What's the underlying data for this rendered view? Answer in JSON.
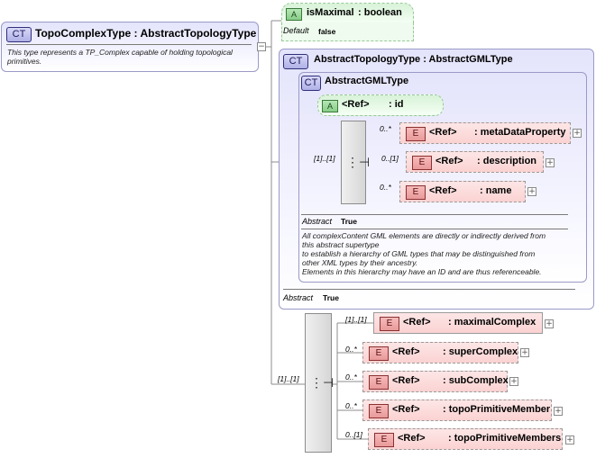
{
  "topo_complex": {
    "badge": "CT",
    "title": "TopoComplexType : AbstractTopologyType",
    "doc": "This type represents a TP_Complex capable of holding topological primitives."
  },
  "is_maximal": {
    "badge": "A",
    "name": "isMaximal",
    "type": ": boolean",
    "default_key": "Default",
    "default_val": "false"
  },
  "abstract_topology": {
    "badge": "CT",
    "title": "AbstractTopologyType : AbstractGMLType",
    "abstract_key": "Abstract",
    "abstract_val": "True"
  },
  "abstract_gml": {
    "badge": "CT",
    "title": "AbstractGMLType",
    "id_attr": {
      "badge": "A",
      "ref": "<Ref>",
      "name": ": id"
    },
    "seq_mult": "[1]..[1]",
    "elements": [
      {
        "mult": "0..*",
        "badge": "E",
        "ref": "<Ref>",
        "name": ": metaDataProperty"
      },
      {
        "mult": "0..[1]",
        "badge": "E",
        "ref": "<Ref>",
        "name": ": description"
      },
      {
        "mult": "0..*",
        "badge": "E",
        "ref": "<Ref>",
        "name": ": name"
      }
    ],
    "abstract_key": "Abstract",
    "abstract_val": "True",
    "doc": [
      "All complexContent GML elements are directly or indirectly derived from",
      "this abstract supertype",
      "to establish a hierarchy of GML types that may be distinguished from",
      "other XML types by their ancestry.",
      "Elements in this hierarchy may have an ID and are thus referenceable."
    ]
  },
  "topo_sequence": {
    "mult": "[1]..[1]",
    "elements": [
      {
        "mult": "[1]..[1]",
        "badge": "E",
        "ref": "<Ref>",
        "name": ": maximalComplex"
      },
      {
        "mult": "0..*",
        "badge": "E",
        "ref": "<Ref>",
        "name": ": superComplex"
      },
      {
        "mult": "0..*",
        "badge": "E",
        "ref": "<Ref>",
        "name": ": subComplex"
      },
      {
        "mult": "0..*",
        "badge": "E",
        "ref": "<Ref>",
        "name": ": topoPrimitiveMember"
      },
      {
        "mult": "0..[1]",
        "badge": "E",
        "ref": "<Ref>",
        "name": ": topoPrimitiveMembers"
      }
    ]
  },
  "icons": {
    "sequence": "sequence-icon",
    "expand": "expand-plus-icon"
  }
}
